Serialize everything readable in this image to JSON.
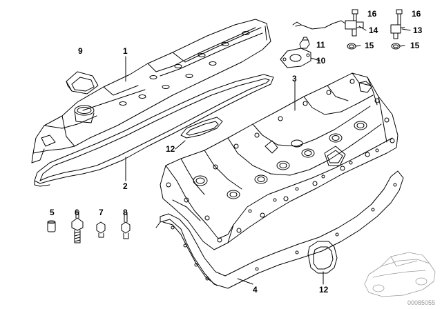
{
  "callouts": {
    "c1": "1",
    "c2": "2",
    "c3": "3",
    "c4": "4",
    "c5": "5",
    "c6": "6",
    "c7": "7",
    "c8": "8",
    "c9": "9",
    "c10": "10",
    "c11": "11",
    "c12a": "12",
    "c12b": "12",
    "c13": "13",
    "c14": "14",
    "c15a": "15",
    "c15b": "15",
    "c16a": "16",
    "c16b": "16"
  },
  "doc_number": "00085055",
  "colors": {
    "line": "#000000",
    "doc_number": "#9a9a9a"
  }
}
